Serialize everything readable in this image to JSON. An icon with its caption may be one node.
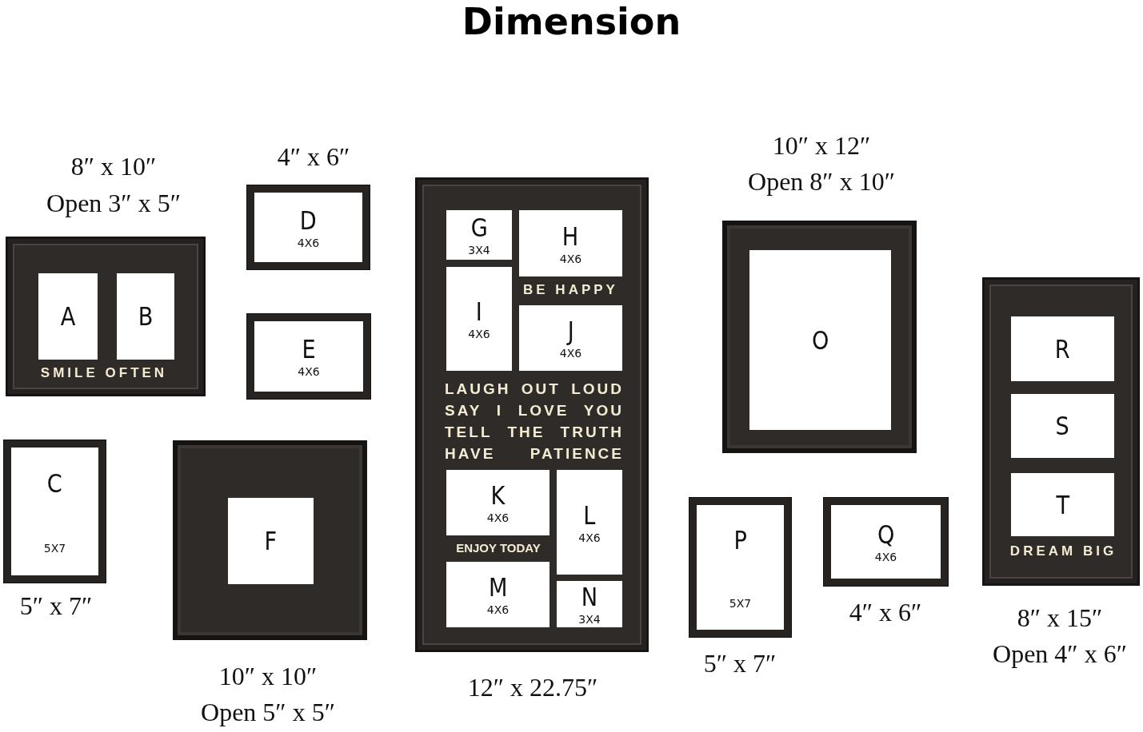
{
  "diagram": {
    "title": "Dimension",
    "nodes": [
      {
        "text": [
          "SMILE OFTEN"
        ],
        "beside": [
          "8″ x 10″",
          "Open 3″ x 5″"
        ]
      },
      {
        "text": [
          "A"
        ],
        "in": 0
      },
      {
        "text": [
          "B"
        ],
        "in": 0
      },
      {
        "text": [
          "D",
          "4X6"
        ],
        "beside": [
          "4″ x 6″"
        ]
      },
      {
        "text": [
          "E",
          "4X6"
        ]
      },
      {
        "text": [
          "C",
          "5X7"
        ],
        "beside": [
          "5″ x 7″"
        ]
      },
      {
        "text": [
          "F"
        ],
        "beside": [
          "10″ x 10″",
          "Open 5″ x 5″"
        ]
      },
      {
        "text": [
          "BE HAPPY",
          "LAUGH OUT LOUD SAY I LOVE YOU TELL THE TRUTH HAVE PATIENCE",
          "ENJOY TODAY"
        ],
        "beside": [
          "12″ x 22.75″"
        ]
      },
      {
        "text": [
          "G",
          "3X4"
        ],
        "in": 7
      },
      {
        "text": [
          "H",
          "4X6"
        ],
        "in": 7
      },
      {
        "text": [
          "I",
          "4X6"
        ],
        "in": 7
      },
      {
        "text": [
          "J",
          "4X6"
        ],
        "in": 7
      },
      {
        "text": [
          "K",
          "4X6"
        ],
        "in": 7
      },
      {
        "text": [
          "L",
          "4X6"
        ],
        "in": 7
      },
      {
        "text": [
          "M",
          "4X6"
        ],
        "in": 7
      },
      {
        "text": [
          "N",
          "3X4"
        ],
        "in": 7
      },
      {
        "text": [
          "O"
        ],
        "beside": [
          "10″ x 12″",
          "Open 8″ x 10″"
        ]
      },
      {
        "text": [
          "P",
          "5X7"
        ],
        "beside": [
          "5″ x 7″"
        ]
      },
      {
        "text": [
          "Q",
          "4X6"
        ],
        "beside": [
          "4″ x 6″"
        ]
      },
      {
        "text": [
          "DREAM BIG"
        ],
        "beside": [
          "8″ x 15″",
          "Open 4″ x 6″"
        ]
      },
      {
        "text": [
          "R"
        ],
        "in": 19
      },
      {
        "text": [
          "S"
        ],
        "in": 19
      },
      {
        "text": [
          "T"
        ],
        "in": 19
      }
    ]
  }
}
